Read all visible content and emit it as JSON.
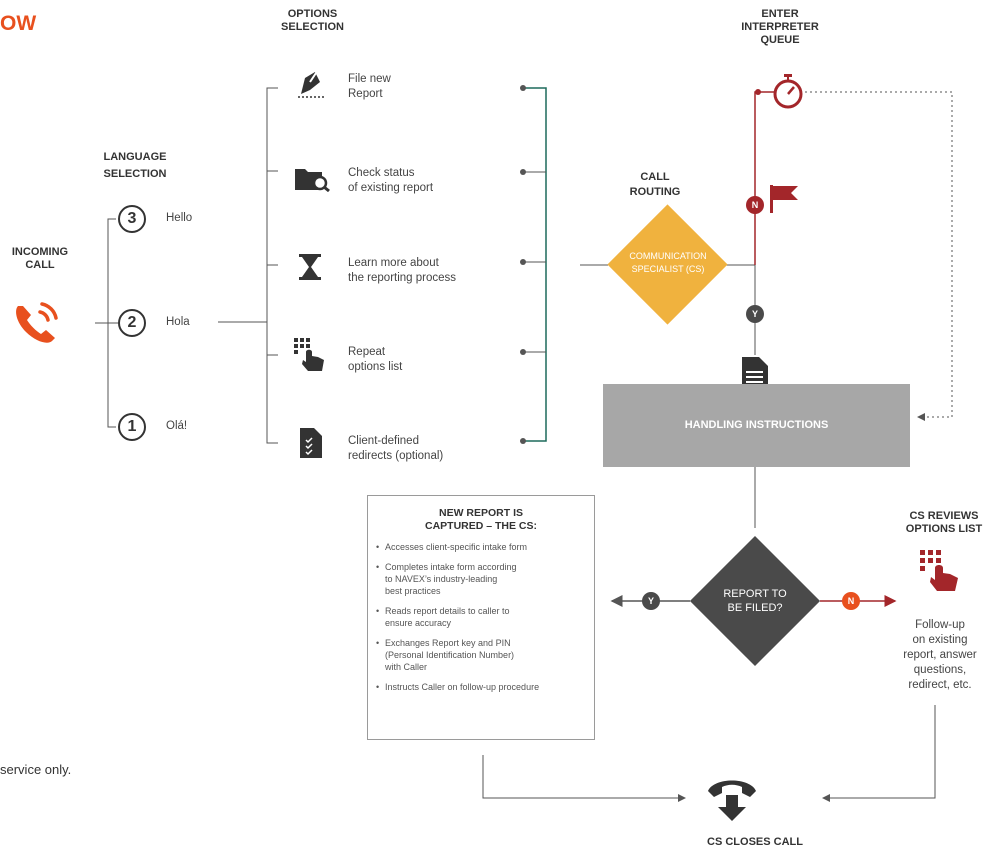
{
  "title_fragment": "OW",
  "footnote": "service only.",
  "colors": {
    "accent": "#e8501e",
    "red": "#a3262a",
    "gold": "#f0b23e",
    "dark": "#4a4a4a",
    "grey": "#a7a7a7",
    "green": "#1d6a5b"
  },
  "headers": {
    "options": "OPTIONS\nSELECTION",
    "interpreter": "ENTER\nINTERPRETER\nQUEUE",
    "language": "LANGUAGE\nSELECTION",
    "incoming": "INCOMING\nCALL",
    "routing": "CALL\nROUTING",
    "cs_reviews": "CS REVIEWS\nOPTIONS LIST",
    "closes": "CS CLOSES CALL"
  },
  "languages": [
    {
      "num": "3",
      "label": "Hello"
    },
    {
      "num": "2",
      "label": "Hola"
    },
    {
      "num": "1",
      "label": "Olá!"
    }
  ],
  "options": [
    {
      "label": "File new\nReport",
      "icon": "pen-report-icon"
    },
    {
      "label": "Check status\nof existing report",
      "icon": "folder-search-icon"
    },
    {
      "label": "Learn more about\nthe reporting process",
      "icon": "hourglass-icon"
    },
    {
      "label": "Repeat\noptions list",
      "icon": "keypad-hand-icon"
    },
    {
      "label": "Client-defined\nredirects (optional)",
      "icon": "checklist-icon"
    }
  ],
  "diamonds": {
    "routing": "COMMUNICATION\nSPECIALIST (CS)",
    "report": "REPORT TO\nBE FILED?"
  },
  "decision_labels": {
    "yes": "Y",
    "no": "N"
  },
  "handling": "HANDLING INSTRUCTIONS",
  "new_report": {
    "title": "NEW REPORT IS\nCAPTURED – THE CS:",
    "items": [
      "Accesses client-specific intake form",
      "Completes intake form according\nto NAVEX’s industry-leading\nbest practices",
      "Reads report details to caller to\nensure accuracy",
      "Exchanges Report key and PIN\n(Personal Identification Number)\nwith Caller",
      "Instructs Caller on follow-up procedure"
    ]
  },
  "follow_up": "Follow-up\non existing\nreport, answer\nquestions,\nredirect, etc."
}
